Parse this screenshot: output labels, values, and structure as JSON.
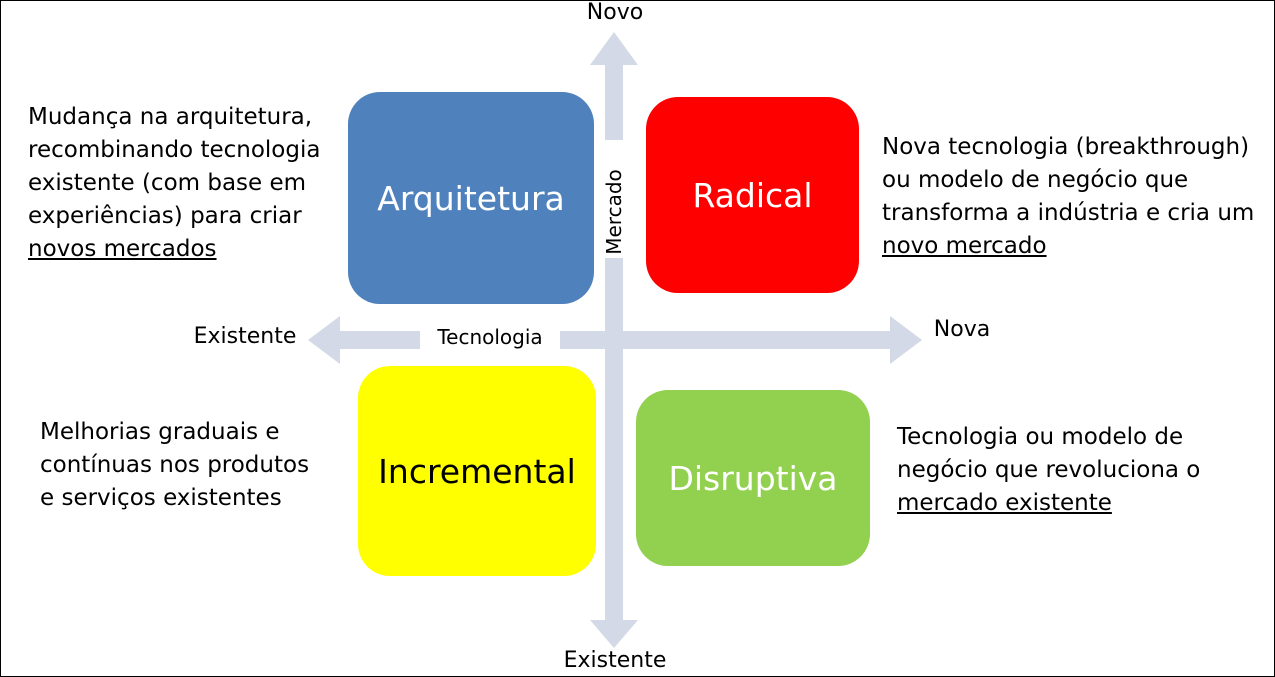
{
  "axes": {
    "vertical_top": "Novo",
    "vertical_bottom": "Existente",
    "vertical_name": "Mercado",
    "horizontal_left": "Existente",
    "horizontal_right": "Nova",
    "horizontal_name": "Tecnologia"
  },
  "quadrants": {
    "arquitetura": {
      "label": "Arquitetura",
      "color": "#4f81bd",
      "desc_lines": [
        "Mudança na arquitetura,",
        "recombinando tecnologia",
        "existente (com base em",
        "experiências) para criar"
      ],
      "desc_underlined": "novos mercados"
    },
    "radical": {
      "label": "Radical",
      "color": "#ff0000",
      "desc_lines": [
        "Nova tecnologia (breakthrough)",
        "ou modelo de negócio que",
        "transforma a indústria e cria um"
      ],
      "desc_underlined": "novo mercado"
    },
    "incremental": {
      "label": "Incremental",
      "color": "#ffff00",
      "desc_lines": [
        "Melhorias graduais e",
        "contínuas nos produtos",
        "e serviços existentes"
      ]
    },
    "disruptiva": {
      "label": "Disruptiva",
      "color": "#92d050",
      "desc_lines": [
        "Tecnologia ou modelo de",
        "negócio que revoluciona o"
      ],
      "desc_underlined": "mercado existente"
    }
  },
  "colors": {
    "axis": "#d3d9e6"
  }
}
